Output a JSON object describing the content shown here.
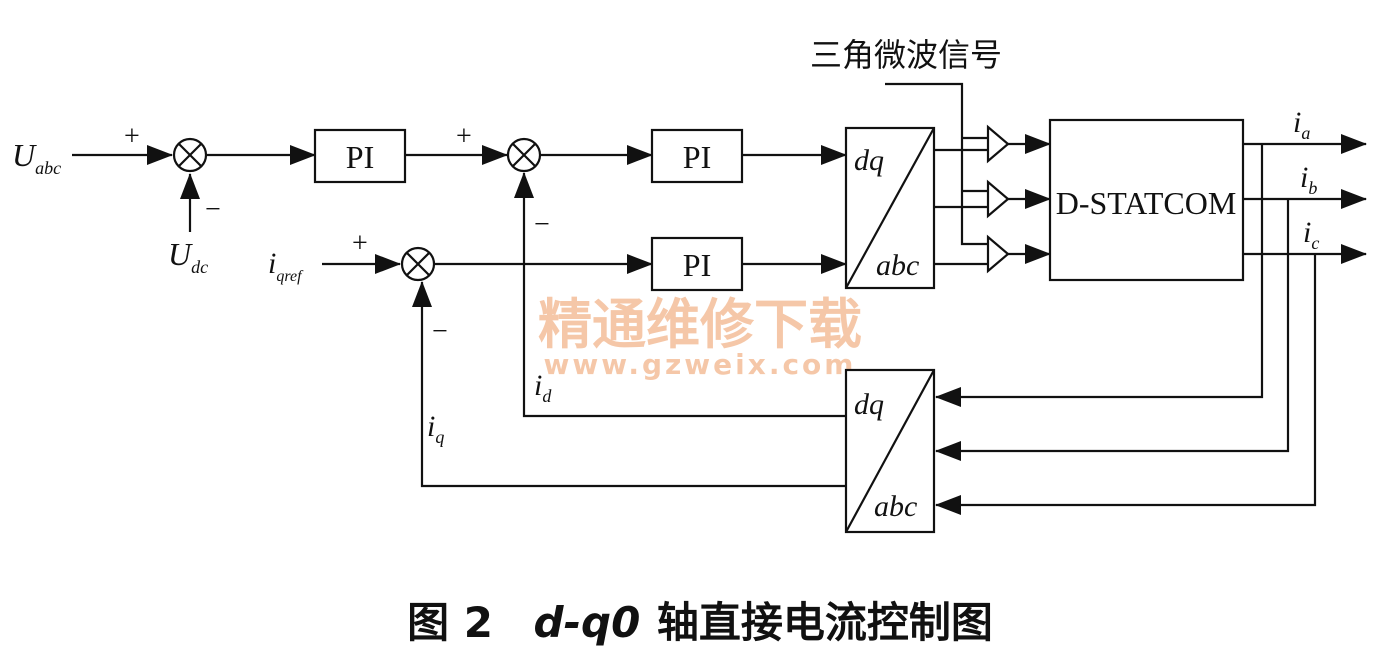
{
  "diagram": {
    "carrier_label": "三角微波信号",
    "inputs": {
      "U": "U",
      "U_sub_abc": "abc",
      "U_sub_dc": "dc",
      "i": "i",
      "i_sub_qref": "qref"
    },
    "signs": {
      "plus": "+",
      "minus": "−"
    },
    "pi_label": "PI",
    "transform": {
      "top": "dq",
      "bottom": "abc"
    },
    "plant_label": "D-STATCOM",
    "outputs": {
      "i": "i",
      "a": "a",
      "b": "b",
      "c": "c"
    },
    "feedback": {
      "i": "i",
      "d": "d",
      "q": "q"
    }
  },
  "watermark": {
    "line1": "精通维修下载",
    "line2": "www.gzweix.com"
  },
  "caption": {
    "prefix": "图 2",
    "math": "d-q0",
    "text": "轴直接电流控制图"
  }
}
